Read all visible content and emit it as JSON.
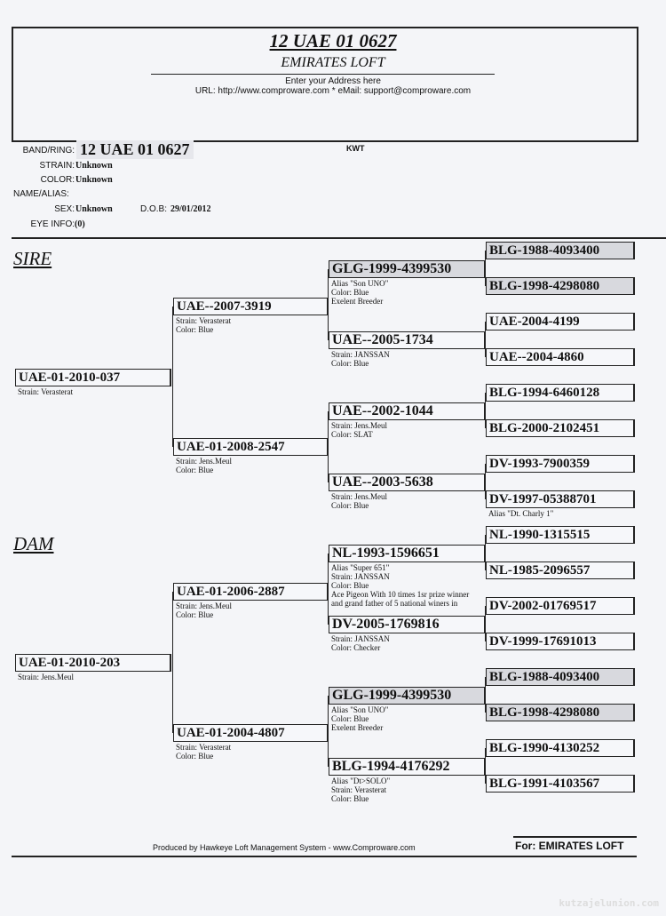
{
  "header": {
    "title": "12 UAE 01 0627",
    "loft": "EMIRATES LOFT",
    "address": "Enter your Address here",
    "url_line": "URL: http://www.comproware.com * eMail: support@comproware.com"
  },
  "bird": {
    "band_label": "BAND/RING:",
    "band": "12 UAE 01 0627",
    "country": "KWT",
    "strain_label": "STRAIN:",
    "strain": "Unknown",
    "color_label": "COLOR:",
    "color": "Unknown",
    "alias_label": "NAME/ALIAS:",
    "sex_label": "SEX:",
    "sex": "Unknown",
    "dob_label": "D.O.B:",
    "dob": "29/01/2012",
    "eye_label": "EYE INFO:",
    "eye": "(0)"
  },
  "sections": {
    "sire": "SIRE",
    "dam": "DAM"
  },
  "pedigree": {
    "gen1": [
      {
        "band": "UAE-01-2010-037",
        "lines": [
          "Strain: Verasterat"
        ]
      },
      {
        "band": "UAE-01-2010-203",
        "lines": [
          "Strain: Jens.Meul"
        ]
      }
    ],
    "gen2": [
      {
        "band": "UAE--2007-3919",
        "lines": [
          "Strain: Verasterat",
          "Color: Blue"
        ]
      },
      {
        "band": "UAE-01-2008-2547",
        "lines": [
          "Strain: Jens.Meul",
          "Color: Blue"
        ]
      },
      {
        "band": "UAE-01-2006-2887",
        "lines": [
          "Strain: Jens.Meul",
          "Color: Blue"
        ]
      },
      {
        "band": "UAE-01-2004-4807",
        "lines": [
          "Strain: Verasterat",
          "Color: Blue"
        ]
      }
    ],
    "gen3": [
      {
        "band": "GLG-1999-4399530",
        "highlight": true,
        "lines": [
          "Alias \"Son UNO\"",
          "Color: Blue",
          "Exelent Breeder"
        ]
      },
      {
        "band": "UAE--2005-1734",
        "lines": [
          "Strain: JANSSAN",
          "Color: Blue"
        ]
      },
      {
        "band": "UAE--2002-1044",
        "lines": [
          "Strain: Jens.Meul",
          "Color: SLAT"
        ]
      },
      {
        "band": "UAE--2003-5638",
        "lines": [
          "Strain: Jens.Meul",
          "Color: Blue"
        ]
      },
      {
        "band": "NL-1993-1596651",
        "lines": [
          "Alias \"Super 651\"",
          "Strain: JANSSAN",
          "Color: Blue",
          "Ace Pigeon With 10 times 1sr prize winner",
          "and grand father of 5 national winers in"
        ]
      },
      {
        "band": "DV-2005-1769816",
        "lines": [
          "Strain: JANSSAN",
          "Color: Checker"
        ]
      },
      {
        "band": "GLG-1999-4399530",
        "highlight": true,
        "lines": [
          "Alias \"Son UNO\"",
          "Color: Blue",
          "Exelent Breeder"
        ]
      },
      {
        "band": "BLG-1994-4176292",
        "lines": [
          "Alias \"Dt>SOLO\"",
          "Strain: Verasterat",
          "Color: Blue"
        ]
      }
    ],
    "gen4": [
      {
        "band": "BLG-1988-4093400",
        "highlight": true,
        "lines": []
      },
      {
        "band": "BLG-1998-4298080",
        "highlight": true,
        "lines": []
      },
      {
        "band": "UAE-2004-4199",
        "lines": []
      },
      {
        "band": "UAE--2004-4860",
        "lines": []
      },
      {
        "band": "BLG-1994-6460128",
        "lines": []
      },
      {
        "band": "BLG-2000-2102451",
        "lines": []
      },
      {
        "band": "DV-1993-7900359",
        "lines": []
      },
      {
        "band": "DV-1997-05388701",
        "lines": [
          "Alias \"Dt. Charly 1\""
        ]
      },
      {
        "band": "NL-1990-1315515",
        "lines": []
      },
      {
        "band": "NL-1985-2096557",
        "lines": []
      },
      {
        "band": "DV-2002-01769517",
        "lines": []
      },
      {
        "band": "DV-1999-17691013",
        "lines": []
      },
      {
        "band": "BLG-1988-4093400",
        "highlight": true,
        "lines": []
      },
      {
        "band": "BLG-1998-4298080",
        "highlight": true,
        "lines": []
      },
      {
        "band": "BLG-1990-4130252",
        "lines": []
      },
      {
        "band": "BLG-1991-4103567",
        "lines": []
      }
    ]
  },
  "footer": {
    "produced": "Produced by Hawkeye Loft Management System - www.Comproware.com",
    "for": "For: EMIRATES LOFT",
    "watermark": "kutzajelunion.com"
  }
}
